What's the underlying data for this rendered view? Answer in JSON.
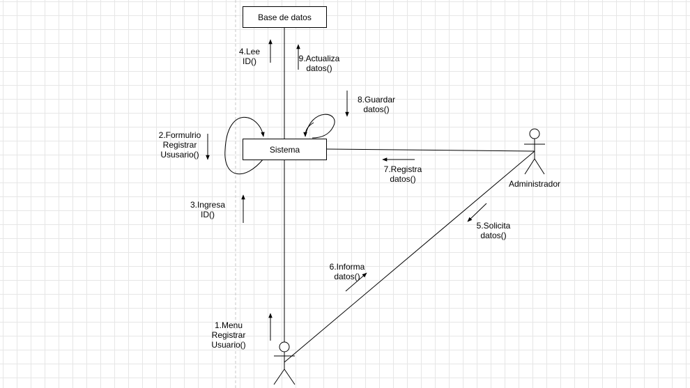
{
  "nodes": {
    "database": "Base de datos",
    "system": "Sistema"
  },
  "actors": {
    "administrator": "Administrador"
  },
  "messages": {
    "m1": "1.Menu\nRegistrar\nUsuario()",
    "m2": "2.Formulrio\nRegistrar\nUsusario()",
    "m3": "3.Ingresa\nID()",
    "m4": "4.Lee\nID()",
    "m5": "5.Solicita\ndatos()",
    "m6": "6.Informa\ndatos()",
    "m7": "7.Registra\ndatos()",
    "m8": "8.Guardar\ndatos()",
    "m9": "9.Actualiza\ndatos()"
  }
}
